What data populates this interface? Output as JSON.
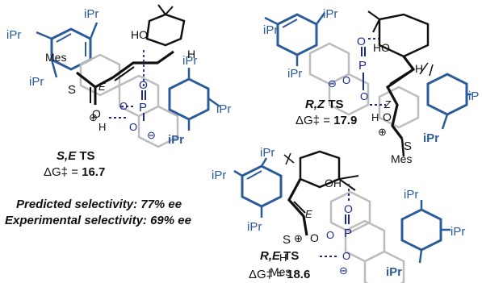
{
  "substituents": {
    "ipr": "iPr",
    "mes": "Mes",
    "s": "S",
    "o": "O",
    "p": "P",
    "h": "H",
    "ho": "HO",
    "oh": "OH",
    "plus": "⊕",
    "minus": "⊖",
    "e": "E",
    "z": "Z",
    "ip_cut": "iP"
  },
  "ts": {
    "se": {
      "label_prefix": "S,",
      "label_config": "E",
      "label_suffix": " TS",
      "dg_label": "ΔG‡ = ",
      "dg_value": "16.7"
    },
    "rz": {
      "label_prefix": "R,",
      "label_config": "Z",
      "label_suffix": " TS",
      "dg_label": "ΔG‡ = ",
      "dg_value": "17.9"
    },
    "re": {
      "label_prefix": "R,",
      "label_config": "E",
      "label_suffix": " TS",
      "dg_label": "ΔG‡ = ",
      "dg_value": "18.6"
    }
  },
  "selectivity": {
    "predicted": "Predicted selectivity: 77% ee",
    "experimental": "Experimental selectivity: 69% ee"
  },
  "colors": {
    "blue": "#2b5c9a",
    "navy": "#1b2a8c",
    "black": "#111111",
    "gray": "#bcbcbc"
  }
}
